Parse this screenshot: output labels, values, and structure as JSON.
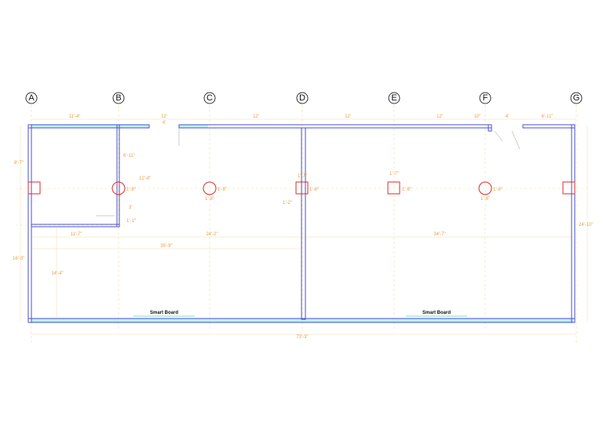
{
  "grid": {
    "labels": [
      "A",
      "B",
      "C",
      "D",
      "E",
      "F",
      "G"
    ]
  },
  "dimensions": {
    "top_a_b": "11'-4\"",
    "top_b_c": "12'",
    "top_b_c_sub": "4'",
    "top_c_d": "12'",
    "top_d_e": "12'",
    "top_e_f": "12'",
    "top_f_a": "10\"",
    "top_f_b": "4'",
    "top_f_g": "6'-11\"",
    "left_upper": "8'-7\"",
    "left_lower": "16'-3\"",
    "right_full": "24'-10\"",
    "bottom_total": "73'-3\"",
    "b_vert_1": "6'-11\"",
    "b_vert_2": "12'-8\"",
    "b_vert_3": "3'",
    "b_col": "1'-8\"",
    "b_low": "1'-1\"",
    "c_col": "1'-8\"",
    "c_col_b": "1'-8\"",
    "d_top": "1'-7\"",
    "d_col": "1'-8\"",
    "d_low": "1'-2\"",
    "e_top": "1'-7\"",
    "e_col": "1'-8\"",
    "f_col": "1'-8\"",
    "f_col_b": "1'-8\"",
    "room_w1": "11'-7\"",
    "room_w2": "24'-2\"",
    "room_w3": "34'-7\"",
    "room_total": "35'-9\"",
    "room_h": "14'-4\""
  },
  "boards": {
    "left": "Smart Board",
    "right": "Smart Board"
  }
}
